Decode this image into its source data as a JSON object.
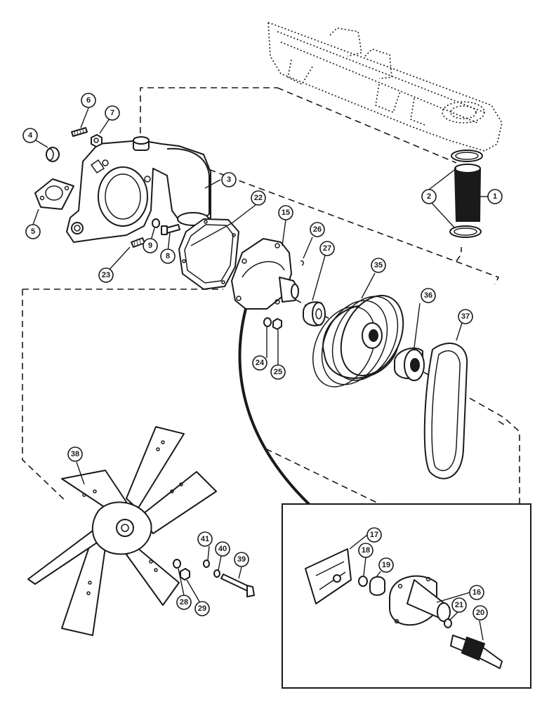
{
  "callouts": [
    {
      "id": "c1",
      "label": "1"
    },
    {
      "id": "c2",
      "label": "2"
    },
    {
      "id": "c3",
      "label": "3"
    },
    {
      "id": "c4",
      "label": "4"
    },
    {
      "id": "c5",
      "label": "5"
    },
    {
      "id": "c6",
      "label": "6"
    },
    {
      "id": "c7",
      "label": "7"
    },
    {
      "id": "c8",
      "label": "8"
    },
    {
      "id": "c9",
      "label": "9"
    },
    {
      "id": "c15",
      "label": "15"
    },
    {
      "id": "c16",
      "label": "16"
    },
    {
      "id": "c17",
      "label": "17"
    },
    {
      "id": "c18",
      "label": "18"
    },
    {
      "id": "c19",
      "label": "19"
    },
    {
      "id": "c20",
      "label": "20"
    },
    {
      "id": "c21",
      "label": "21"
    },
    {
      "id": "c22",
      "label": "22"
    },
    {
      "id": "c23",
      "label": "23"
    },
    {
      "id": "c24",
      "label": "24"
    },
    {
      "id": "c25",
      "label": "25"
    },
    {
      "id": "c26",
      "label": "26"
    },
    {
      "id": "c27",
      "label": "27"
    },
    {
      "id": "c28",
      "label": "28"
    },
    {
      "id": "c29",
      "label": "29"
    },
    {
      "id": "c35",
      "label": "35"
    },
    {
      "id": "c36",
      "label": "36"
    },
    {
      "id": "c37",
      "label": "37"
    },
    {
      "id": "c38",
      "label": "38"
    },
    {
      "id": "c39",
      "label": "39"
    },
    {
      "id": "c40",
      "label": "40"
    },
    {
      "id": "c41",
      "label": "41"
    }
  ],
  "colors": {
    "ink": "#1a1a1a",
    "paper": "#ffffff"
  }
}
